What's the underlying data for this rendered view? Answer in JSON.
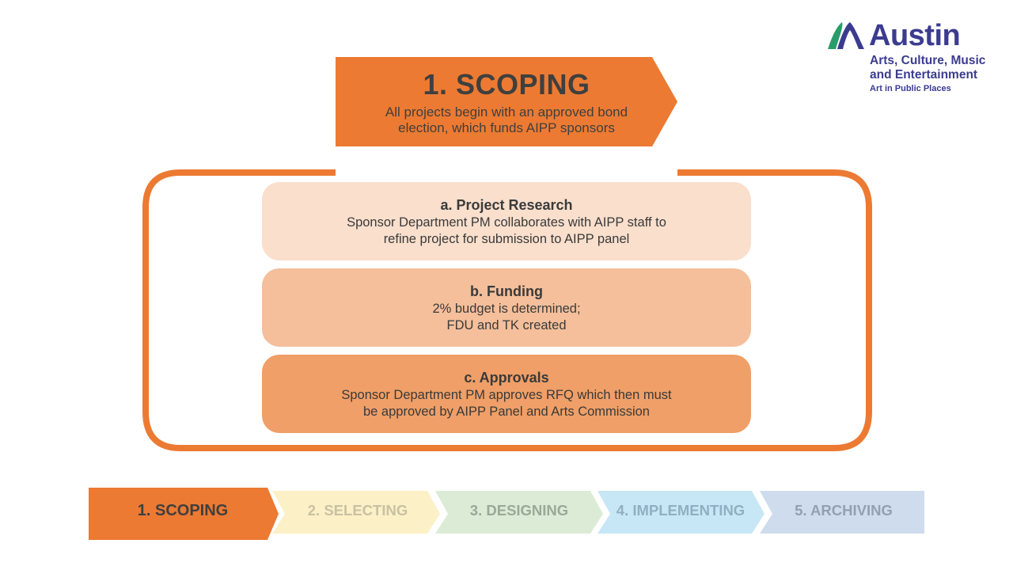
{
  "logo": {
    "name": "Austin",
    "line1": "Arts, Culture, Music",
    "line2": "and Entertainment",
    "line3": "Art in Public Places",
    "icon": "austin-logo-icon",
    "colors": {
      "green": "#2a9d6a",
      "navy": "#3b3c8f"
    }
  },
  "header": {
    "title": "1. SCOPING",
    "description_line1": "All projects begin with an approved bond",
    "description_line2": "election, which funds AIPP sponsors",
    "color": "#ec7a32"
  },
  "stages": [
    {
      "title": "a. Project Research",
      "line1": "Sponsor Department PM collaborates with AIPP staff to",
      "line2": "refine project for submission to AIPP panel",
      "color": "#f9dfcc"
    },
    {
      "title": "b. Funding",
      "line1": "2% budget is determined;",
      "line2": "FDU and TK created",
      "color": "#f4bf9a"
    },
    {
      "title": "c. Approvals",
      "line1": "Sponsor Department PM approves RFQ which then must",
      "line2": "be approved by AIPP Panel and Arts Commission",
      "color": "#ef9f67"
    }
  ],
  "steps": [
    {
      "label": "1. SCOPING",
      "active": true,
      "color": "#ec7a32",
      "text_color": "#3f3f3f"
    },
    {
      "label": "2. SELECTING",
      "active": false,
      "color": "#fcf0c6",
      "text_color": "#c9c1a3"
    },
    {
      "label": "3. DESIGNING",
      "active": false,
      "color": "#dcebd5",
      "text_color": "#9aa996"
    },
    {
      "label": "4. IMPLEMENTING",
      "active": false,
      "color": "#c8e7f6",
      "text_color": "#8fb0c1"
    },
    {
      "label": "5. ARCHIVING",
      "active": false,
      "color": "#cfdcee",
      "text_color": "#93a0b3"
    }
  ],
  "frame_color": "#ec7a32"
}
